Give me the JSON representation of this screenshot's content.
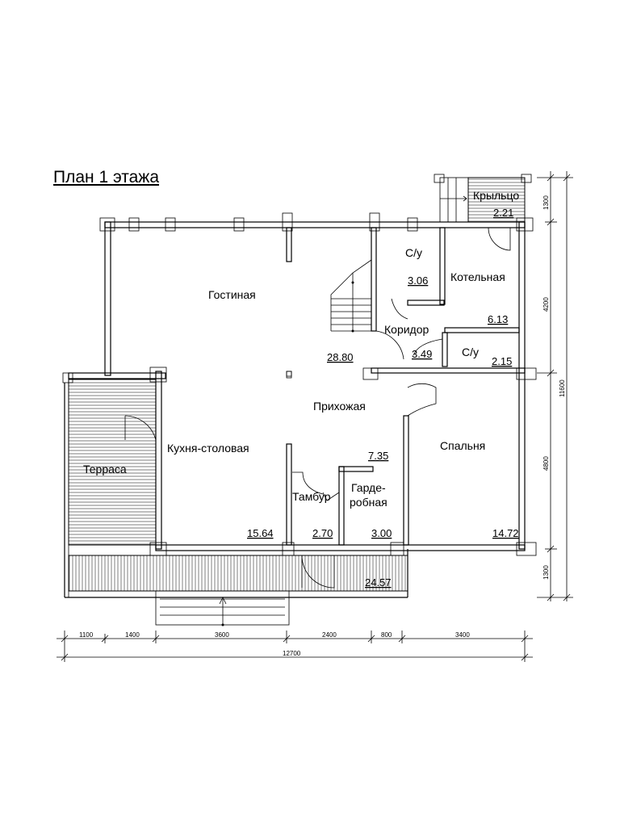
{
  "title": "План 1 этажа",
  "rooms": {
    "living": {
      "name": "Гостиная",
      "area": "28.80"
    },
    "bath1": {
      "name": "С/у",
      "area": "3.06"
    },
    "boiler": {
      "name": "Котельная",
      "area": "6.13"
    },
    "corridor": {
      "name": "Коридор",
      "area": "3.49"
    },
    "bath2": {
      "name": "С/у",
      "area": "2.15"
    },
    "porch": {
      "name": "Крыльцо",
      "area": "2.21"
    },
    "hall": {
      "name": "Прихожая",
      "area": "7.35"
    },
    "kitchen": {
      "name": "Кухня-столовая",
      "area": "15.64"
    },
    "terrace": {
      "name": "Терраса",
      "area": "24.57"
    },
    "vestibule": {
      "name": "Тамбур",
      "area": "2.70"
    },
    "wardrobe": {
      "name_line1": "Гарде-",
      "name_line2": "робная",
      "area": "3.00"
    },
    "bedroom": {
      "name": "Спальня",
      "area": "14.72"
    }
  },
  "dimensions": {
    "bottom_segments": [
      "1100",
      "1400",
      "3600",
      "2400",
      "800",
      "3400"
    ],
    "bottom_total": "12700",
    "right_segments": [
      "1300",
      "4200",
      "4800",
      "1300"
    ],
    "right_total": "11600"
  }
}
